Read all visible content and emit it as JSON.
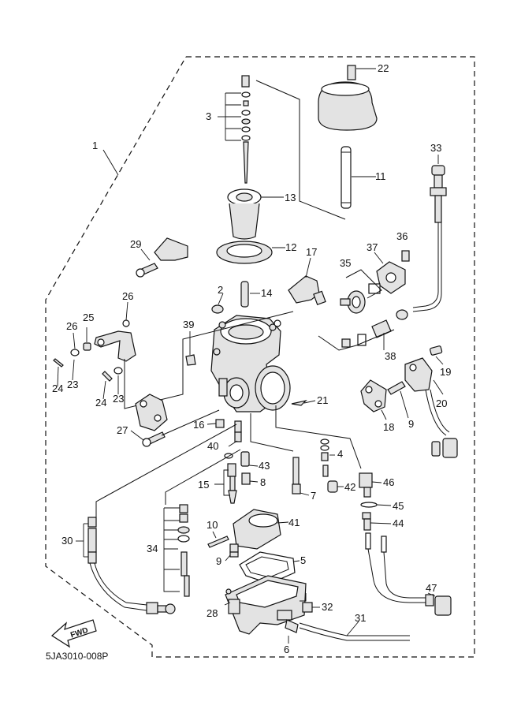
{
  "diagram": {
    "drawing_code": "5JA3010-008P",
    "fwd_label": "FWD",
    "callouts": {
      "c1": "1",
      "c2": "2",
      "c3": "3",
      "c4": "4",
      "c5": "5",
      "c6": "6",
      "c7": "7",
      "c8": "8",
      "c9a": "9",
      "c9b": "9",
      "c10": "10",
      "c11": "11",
      "c12": "12",
      "c13": "13",
      "c14": "14",
      "c15": "15",
      "c16": "16",
      "c17": "17",
      "c18": "18",
      "c19": "19",
      "c20": "20",
      "c21": "21",
      "c22": "22",
      "c23a": "23",
      "c23b": "23",
      "c24a": "24",
      "c24b": "24",
      "c25": "25",
      "c26a": "26",
      "c26b": "26",
      "c27": "27",
      "c28": "28",
      "c29": "29",
      "c30": "30",
      "c31": "31",
      "c32": "32",
      "c33": "33",
      "c34": "34",
      "c35": "35",
      "c36": "36",
      "c37": "37",
      "c38": "38",
      "c39": "39",
      "c40": "40",
      "c41": "41",
      "c42": "42",
      "c43": "43",
      "c44": "44",
      "c45": "45",
      "c46": "46",
      "c47": "47"
    }
  }
}
